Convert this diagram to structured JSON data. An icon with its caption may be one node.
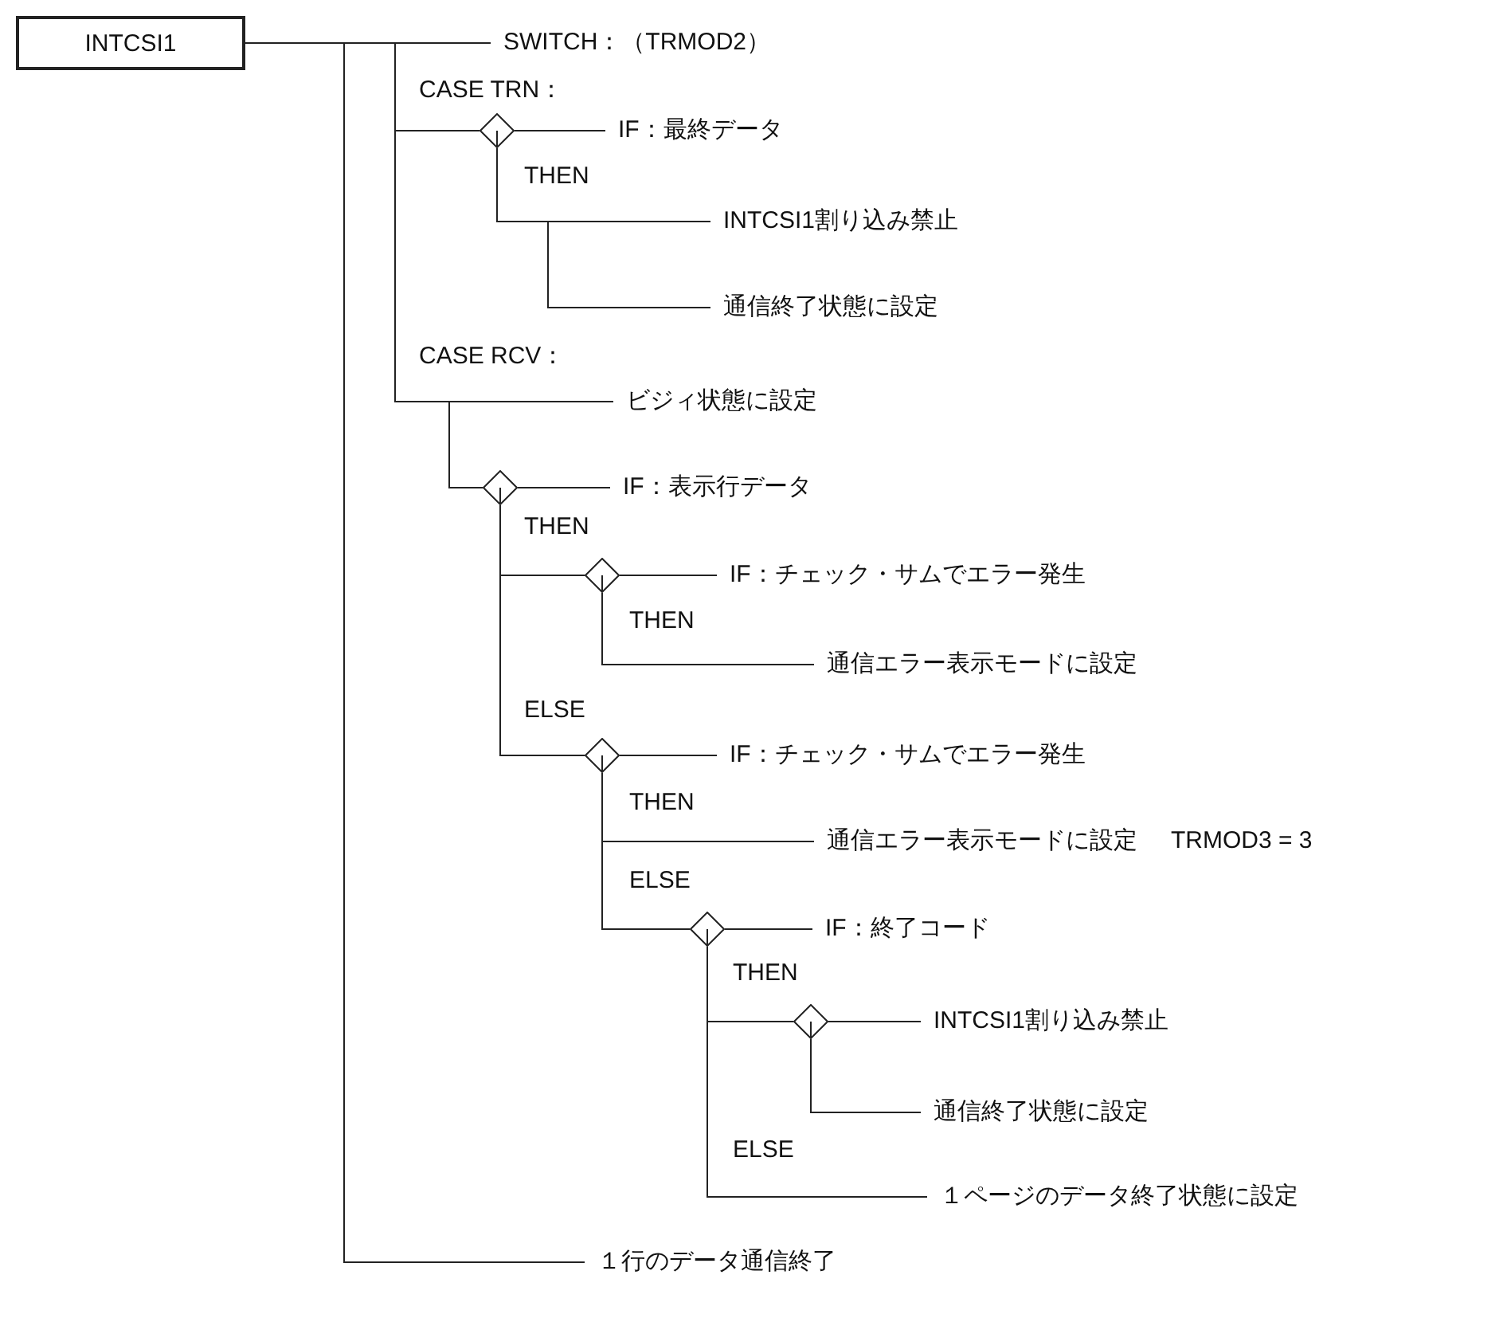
{
  "diagram": {
    "nodes": [
      {
        "text": [
          "INTCSI1"
        ]
      },
      {
        "text": [
          "SWITCH：（TRMOD2）"
        ]
      },
      {
        "text": [],
        "shape": "diamond"
      },
      {
        "text": [
          "IF：最終データ"
        ]
      },
      {
        "text": [
          "INTCSI1割り込み禁止"
        ]
      },
      {
        "text": [
          "通信終了状態に設定"
        ]
      },
      {
        "text": [
          "ビジィ状態に設定"
        ]
      },
      {
        "text": [],
        "shape": "diamond"
      },
      {
        "text": [
          "IF：表示行データ"
        ]
      },
      {
        "text": [],
        "shape": "diamond"
      },
      {
        "text": [
          "IF：チェック・サムでエラー発生"
        ]
      },
      {
        "text": [
          "通信エラー表示モードに設定"
        ]
      },
      {
        "text": [],
        "shape": "diamond"
      },
      {
        "text": [
          "IF：チェック・サムでエラー発生"
        ]
      },
      {
        "text": [
          "通信エラー表示モードに設定"
        ],
        "beside": [
          "TRMOD3 = 3"
        ]
      },
      {
        "text": [],
        "shape": "diamond"
      },
      {
        "text": [
          "IF：終了コード"
        ]
      },
      {
        "text": [],
        "shape": "diamond"
      },
      {
        "text": [
          "INTCSI1割り込み禁止"
        ]
      },
      {
        "text": [
          "通信終了状態に設定"
        ]
      },
      {
        "text": [
          "１ページのデータ終了状態に設定"
        ]
      },
      {
        "text": [
          "１行のデータ通信終了"
        ]
      }
    ],
    "edges": [
      {
        "from": 0,
        "to": 1,
        "arrow": "none"
      },
      {
        "from": 0,
        "to": 2,
        "arrow": "none"
      },
      {
        "from": 2,
        "to": 3,
        "arrow": "none"
      },
      {
        "from": 2,
        "to": 4,
        "arrow": "none"
      },
      {
        "from": 2,
        "to": 5,
        "arrow": "none"
      },
      {
        "from": 0,
        "to": 6,
        "arrow": "none"
      },
      {
        "from": 0,
        "to": 7,
        "arrow": "none"
      },
      {
        "from": 7,
        "to": 8,
        "arrow": "none"
      },
      {
        "from": 7,
        "to": 9,
        "arrow": "none"
      },
      {
        "from": 9,
        "to": 10,
        "arrow": "none"
      },
      {
        "from": 9,
        "to": 11,
        "arrow": "none"
      },
      {
        "from": 7,
        "to": 12,
        "arrow": "none"
      },
      {
        "from": 12,
        "to": 13,
        "arrow": "none"
      },
      {
        "from": 12,
        "to": 14,
        "arrow": "none"
      },
      {
        "from": 12,
        "to": 15,
        "arrow": "none"
      },
      {
        "from": 15,
        "to": 16,
        "arrow": "none"
      },
      {
        "from": 15,
        "to": 17,
        "arrow": "none"
      },
      {
        "from": 17,
        "to": 18,
        "arrow": "none"
      },
      {
        "from": 17,
        "to": 19,
        "arrow": "none"
      },
      {
        "from": 15,
        "to": 20,
        "arrow": "none"
      },
      {
        "from": 0,
        "to": 21,
        "arrow": "none"
      }
    ],
    "labels": [
      "CASE TRN：",
      "THEN",
      "CASE RCV：",
      "THEN",
      "THEN",
      "ELSE",
      "THEN",
      "ELSE",
      "THEN",
      "ELSE"
    ]
  }
}
